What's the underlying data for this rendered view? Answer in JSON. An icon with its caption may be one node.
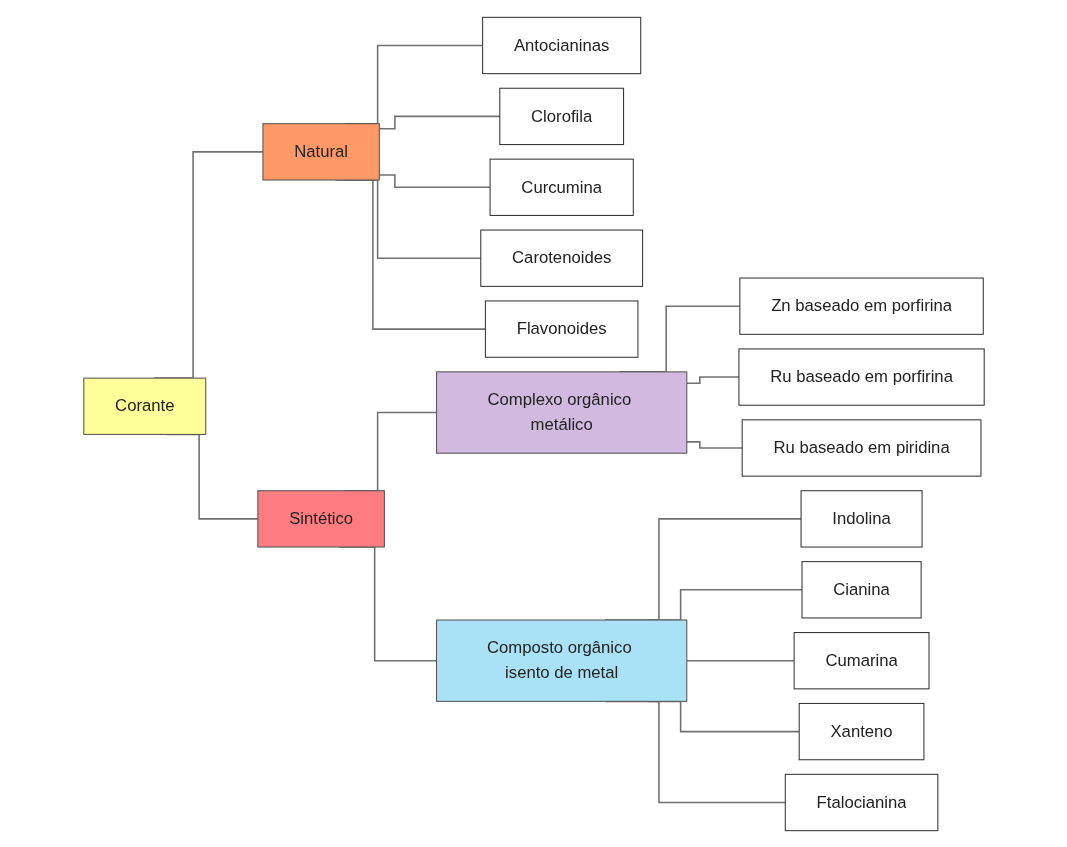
{
  "diagram": {
    "nodes": [
      {
        "text": [
          "Corante"
        ]
      },
      {
        "text": [
          "Natural"
        ]
      },
      {
        "text": [
          "Sintético"
        ]
      },
      {
        "text": [
          "Antocianinas"
        ]
      },
      {
        "text": [
          "Clorofila"
        ]
      },
      {
        "text": [
          "Curcumina"
        ]
      },
      {
        "text": [
          "Carotenoides"
        ]
      },
      {
        "text": [
          "Flavonoides"
        ]
      },
      {
        "text": [
          "Complexo orgânico metálico"
        ]
      },
      {
        "text": [
          "Composto orgânico isento de metal"
        ]
      },
      {
        "text": [
          "Zn baseado em porfirina"
        ]
      },
      {
        "text": [
          "Ru baseado em porfirina"
        ]
      },
      {
        "text": [
          "Ru baseado em piridina"
        ]
      },
      {
        "text": [
          "Indolina"
        ]
      },
      {
        "text": [
          "Cianina"
        ]
      },
      {
        "text": [
          "Cumarina"
        ]
      },
      {
        "text": [
          "Xanteno"
        ]
      },
      {
        "text": [
          "Ftalocianina"
        ]
      }
    ],
    "edges": [
      {
        "from": 0,
        "to": 1,
        "arrow": "none"
      },
      {
        "from": 0,
        "to": 2,
        "arrow": "none"
      },
      {
        "from": 1,
        "to": 3,
        "arrow": "none"
      },
      {
        "from": 1,
        "to": 4,
        "arrow": "none"
      },
      {
        "from": 1,
        "to": 5,
        "arrow": "none"
      },
      {
        "from": 1,
        "to": 6,
        "arrow": "none"
      },
      {
        "from": 1,
        "to": 7,
        "arrow": "none"
      },
      {
        "from": 2,
        "to": 8,
        "arrow": "none"
      },
      {
        "from": 2,
        "to": 9,
        "arrow": "none"
      },
      {
        "from": 8,
        "to": 10,
        "arrow": "none"
      },
      {
        "from": 8,
        "to": 11,
        "arrow": "none"
      },
      {
        "from": 8,
        "to": 12,
        "arrow": "none"
      },
      {
        "from": 9,
        "to": 13,
        "arrow": "none"
      },
      {
        "from": 9,
        "to": 14,
        "arrow": "none"
      },
      {
        "from": 9,
        "to": 15,
        "arrow": "none"
      },
      {
        "from": 9,
        "to": 16,
        "arrow": "none"
      },
      {
        "from": 9,
        "to": 17,
        "arrow": "none"
      }
    ]
  }
}
